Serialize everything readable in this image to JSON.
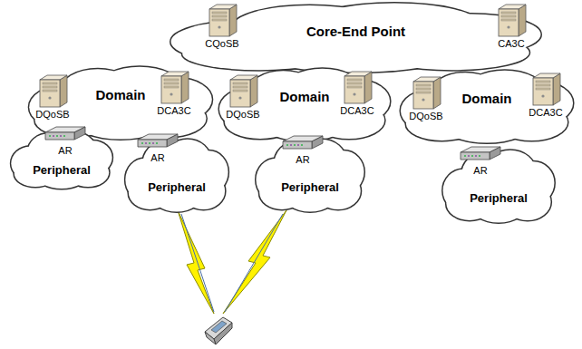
{
  "diagram": {
    "nodes": [
      {
        "text": [
          "Core-End Point"
        ]
      },
      {
        "text": [
          "CQoSB"
        ],
        "in": 0
      },
      {
        "text": [
          "CA3C"
        ],
        "in": 0
      },
      {
        "text": [
          "Domain"
        ]
      },
      {
        "text": [
          "DQoSB"
        ],
        "in": 3
      },
      {
        "text": [
          "DCA3C"
        ],
        "in": 3
      },
      {
        "text": [
          "Domain"
        ]
      },
      {
        "text": [
          "DQoSB"
        ],
        "in": 6
      },
      {
        "text": [
          "DCA3C"
        ],
        "in": 6
      },
      {
        "text": [
          "Domain"
        ]
      },
      {
        "text": [
          "DQoSB"
        ],
        "in": 9
      },
      {
        "text": [
          "DCA3C"
        ],
        "in": 9
      },
      {
        "text": [
          "Peripheral"
        ]
      },
      {
        "text": [
          "AR"
        ],
        "in": 12
      },
      {
        "text": [
          "Peripheral"
        ]
      },
      {
        "text": [
          "AR"
        ],
        "in": 14
      },
      {
        "text": [
          "Peripheral"
        ]
      },
      {
        "text": [
          "AR"
        ],
        "in": 16
      },
      {
        "text": [
          "Peripheral"
        ]
      },
      {
        "text": [
          "AR"
        ],
        "in": 18
      }
    ]
  }
}
